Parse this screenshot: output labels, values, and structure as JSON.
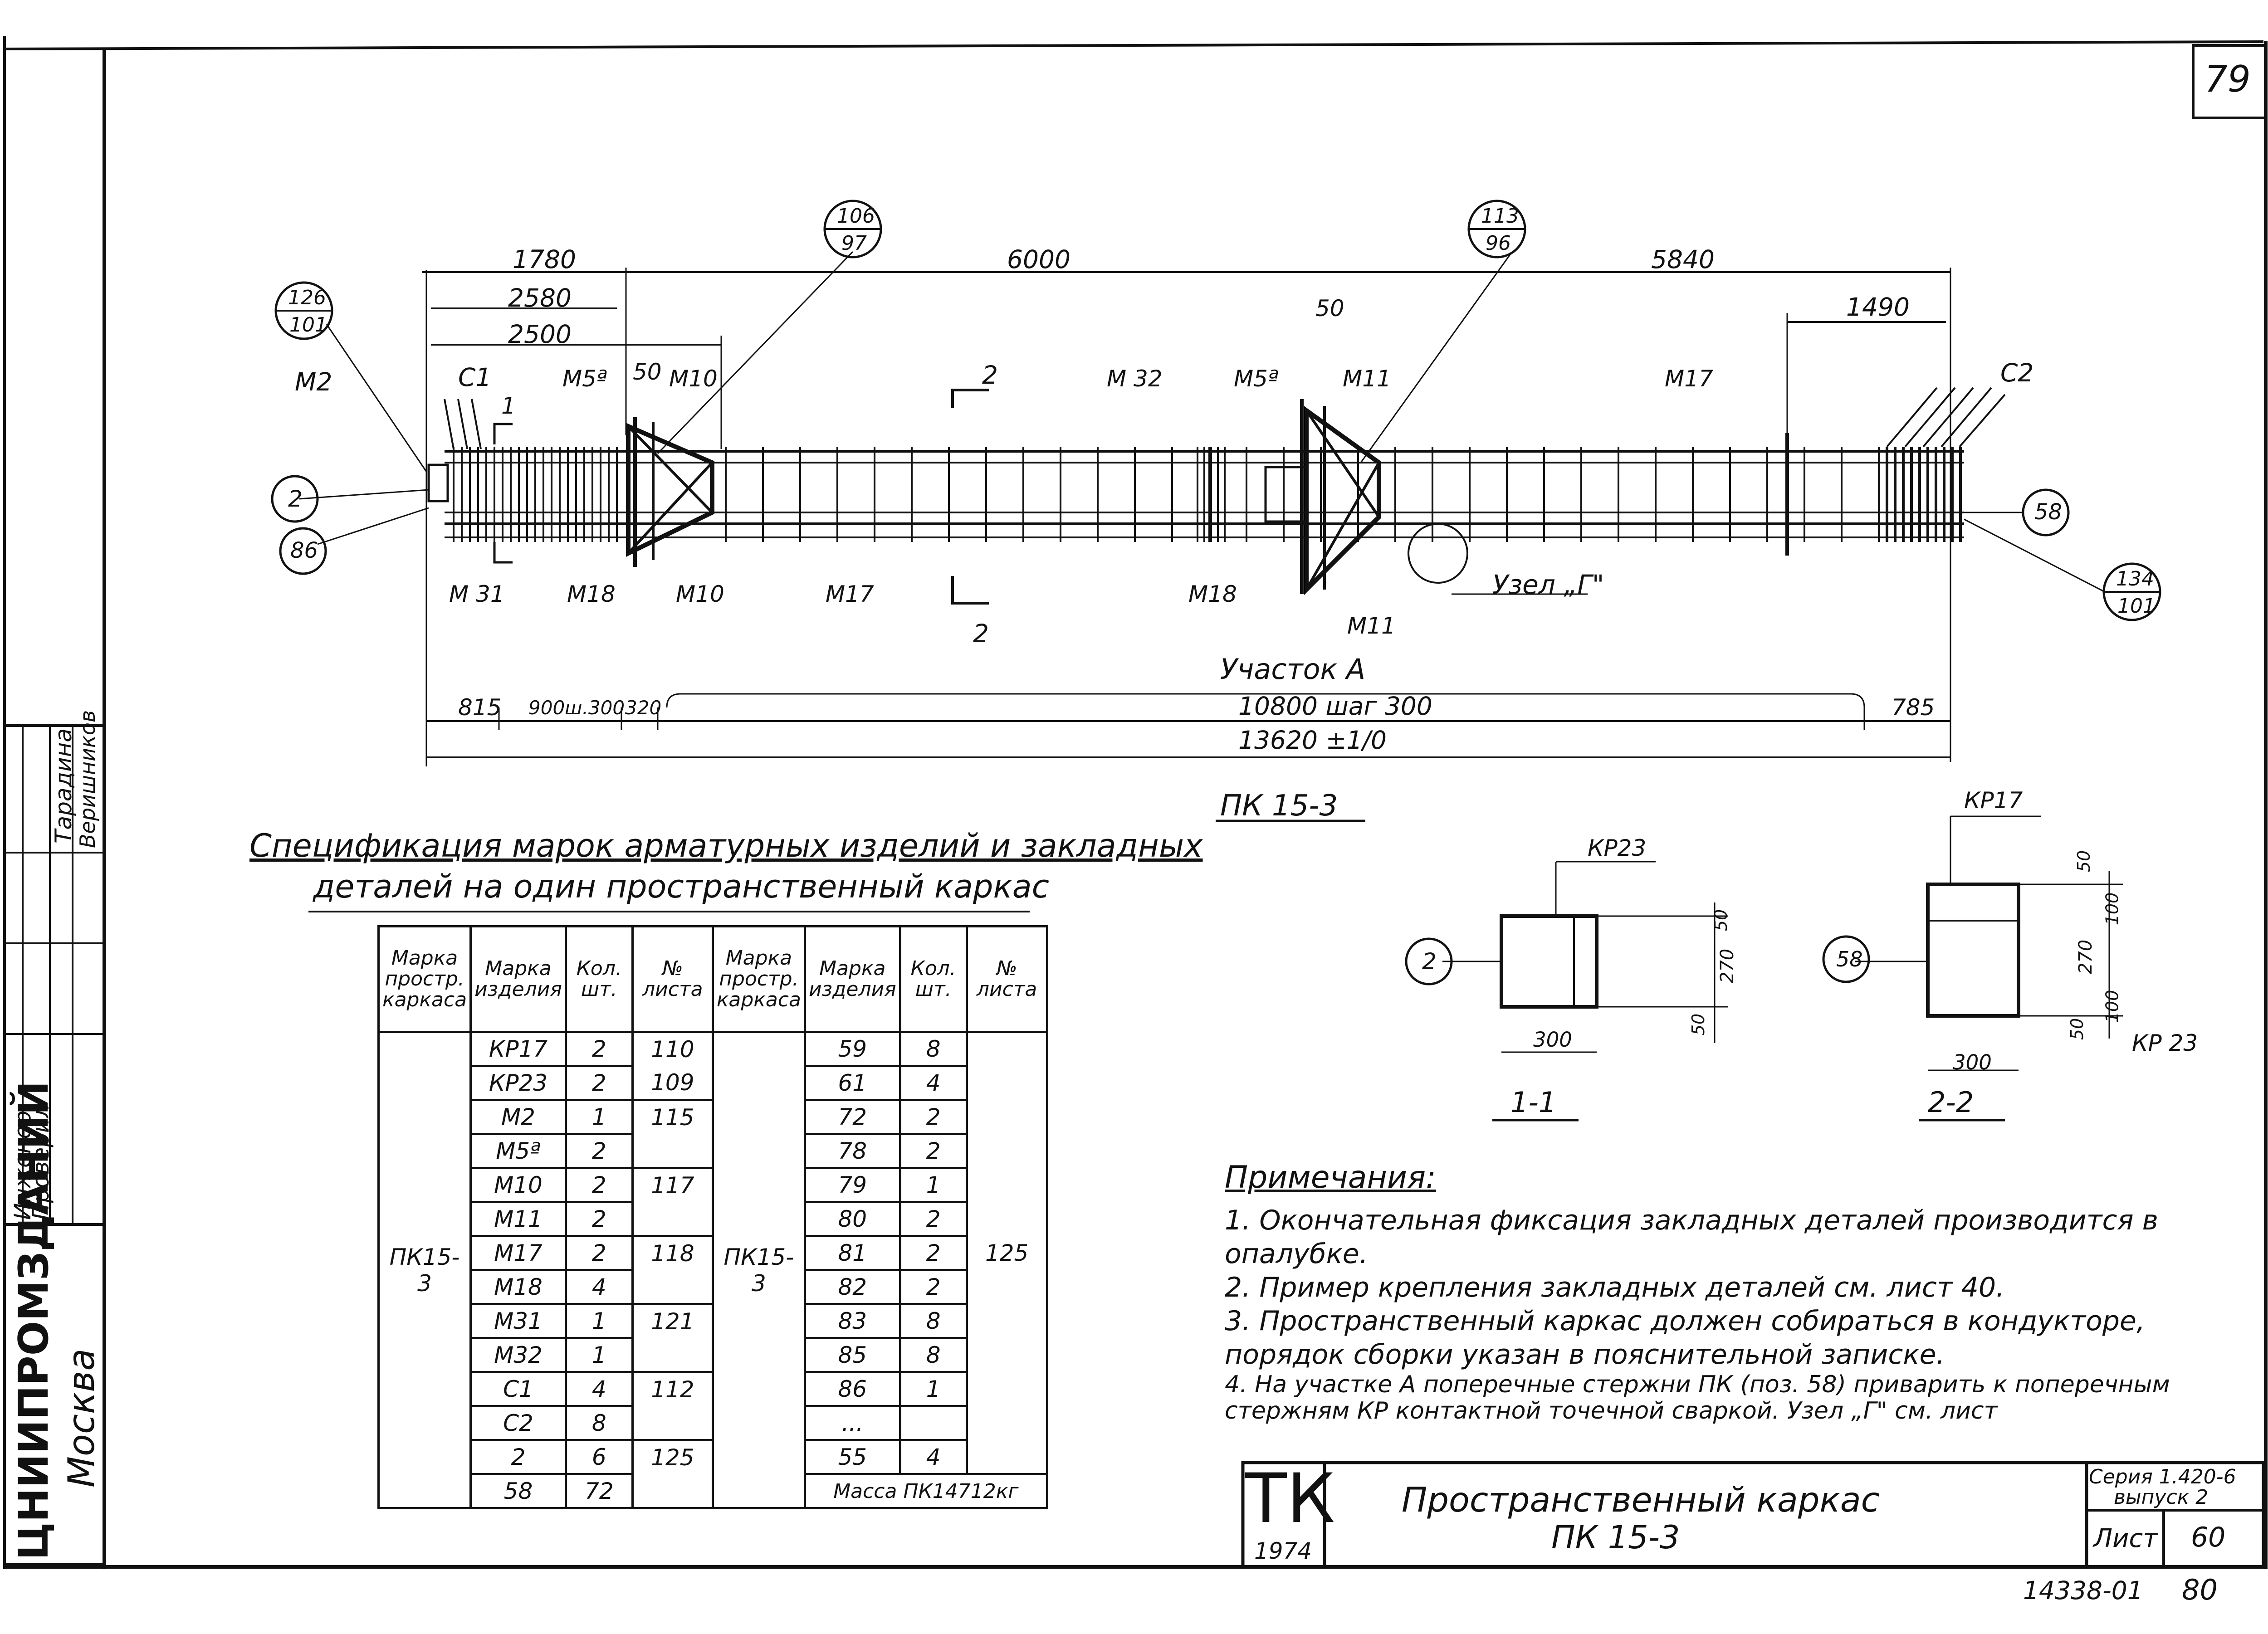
{
  "sheet_number": "79",
  "side_stamp": {
    "engineer_role": "Инженер",
    "checked_role": "Проверил",
    "engineer_name": "Тарадина",
    "checked_name": "Веришников",
    "org": "ЦНИИПРОМЗДАНИЙ",
    "city": "Москва"
  },
  "main_drawing": {
    "top_dims": [
      "1780",
      "6000",
      "5840",
      "2580",
      "2500",
      "1490",
      "50",
      "50"
    ],
    "labels": {
      "m2": "М2",
      "c1": "С1",
      "m5a": "М5ª",
      "m10_top": "М10",
      "m32": "М 32",
      "m5a_mid": "М5ª",
      "m11_top": "М11",
      "m17_top": "М17",
      "c2": "С2",
      "m31": "М 31",
      "m18_l": "М18",
      "m10_bot": "М10",
      "m17_bot": "М17",
      "m18_r": "М18",
      "m11_bot": "М11",
      "uzel": "Узел „Г\"",
      "section_num": "2",
      "sec1": "1"
    },
    "bubbles": {
      "b1_top": "126",
      "b1_bot": "101",
      "b2_top": "106",
      "b2_bot": "97",
      "b3_top": "113",
      "b3_bot": "96",
      "b4_top": "134",
      "b4_bot": "101",
      "b5": "2",
      "b6": "86",
      "b7": "58"
    },
    "zone_label": "Участок А",
    "bottom_dims": [
      "815",
      "900ш.300",
      "320",
      "10800  шаг 300",
      "785"
    ],
    "total_dim": "13620 ±1/0",
    "caption": "ПК 15-3"
  },
  "sections": {
    "s1": {
      "title": "1-1",
      "mark": "КР23",
      "bubble": "2",
      "dims": [
        "50",
        "270",
        "50"
      ],
      "width": "300"
    },
    "s2": {
      "title": "2-2",
      "mark_top": "КР17",
      "mark_side": "КР 23",
      "bubble": "58",
      "dims": [
        "50",
        "100",
        "270",
        "100",
        "50"
      ],
      "width": "300"
    }
  },
  "spec": {
    "title_line1": "Спецификация марок арматурных изделий и закладных",
    "title_line2": "деталей на один пространственный каркас",
    "headers": [
      "Марка простр. каркаса",
      "Марка изделия",
      "Кол. шт.",
      "№ листа",
      "Марка простр. каркаса",
      "Марка изделия",
      "Кол. шт.",
      "№ листа"
    ],
    "frame_mark": "ПК15-3",
    "left_rows": [
      [
        "КР17",
        "2",
        "110"
      ],
      [
        "КР23",
        "2",
        "109"
      ],
      [
        "М2",
        "1",
        "115"
      ],
      [
        "М5ª",
        "2",
        ""
      ],
      [
        "М10",
        "2",
        "117"
      ],
      [
        "М11",
        "2",
        ""
      ],
      [
        "М17",
        "2",
        "118"
      ],
      [
        "М18",
        "4",
        ""
      ],
      [
        "М31",
        "1",
        "121"
      ],
      [
        "М32",
        "1",
        ""
      ],
      [
        "С1",
        "4",
        "112"
      ],
      [
        "С2",
        "8",
        ""
      ],
      [
        "2",
        "6",
        "125"
      ],
      [
        "58",
        "72",
        ""
      ]
    ],
    "right_rows": [
      [
        "59",
        "8"
      ],
      [
        "61",
        "4"
      ],
      [
        "72",
        "2"
      ],
      [
        "78",
        "2"
      ],
      [
        "79",
        "1"
      ],
      [
        "80",
        "2"
      ],
      [
        "81",
        "2"
      ],
      [
        "82",
        "2"
      ],
      [
        "83",
        "8"
      ],
      [
        "85",
        "8"
      ],
      [
        "86",
        "1"
      ],
      [
        "...",
        ""
      ],
      [
        "55",
        "4"
      ]
    ],
    "right_sheet": "125",
    "mass": "Масса ПК14712кг"
  },
  "notes": {
    "title": "Примечания:",
    "items": [
      "1. Окончательная фиксация закладных деталей производится в опалубке.",
      "2. Пример крепления закладных деталей см. лист 40.",
      "3. Пространственный каркас должен собираться в кондукторе, порядок сборки указан в пояснительной записке.",
      "4. На участке А поперечные стержни ПК (поз. 58) приварить к поперечным стержням КР контактной точечной сваркой. Узел „Г\" см. лист"
    ]
  },
  "title_block": {
    "tk": "ТК",
    "year": "1974",
    "title": "Пространственный каркас",
    "subtitle": "ПК 15-3",
    "series": "Серия 1.420-6",
    "issue": "выпуск 2",
    "sheet_label": "Лист",
    "sheet_no": "60"
  },
  "footer": {
    "code": "14338-01",
    "page": "80"
  }
}
